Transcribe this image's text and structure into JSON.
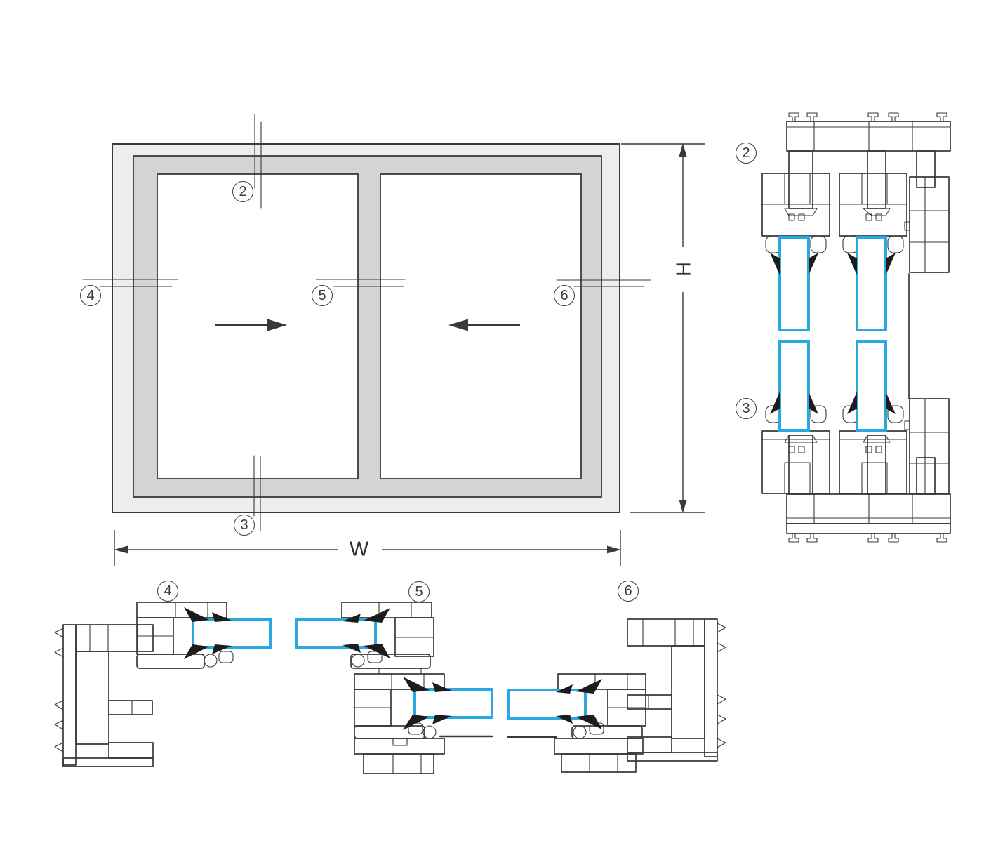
{
  "diagram_type": "horizontal-sliding-window-elevation-and-sections",
  "dimensions": {
    "width_label": "W",
    "height_label": "H"
  },
  "callouts": {
    "head_section": "2",
    "sill_section": "3",
    "left_jamb_section": "4",
    "interlock_section": "5",
    "right_jamb_section": "6"
  },
  "elevation": {
    "panels": [
      {
        "name": "left sash",
        "slide_direction": "right"
      },
      {
        "name": "right sash",
        "slide_direction": "left"
      }
    ]
  },
  "sections": {
    "right_column": [
      "head profile 2",
      "sill profile 3"
    ],
    "bottom_row": [
      "left jamb profile 4",
      "interlock profile 5",
      "right jamb profile 6"
    ]
  },
  "colors": {
    "frame_fill": "#ededed",
    "sash_fill": "#d4d4d4",
    "line": "#3a3a3a",
    "glass_outline": "#29a9e0",
    "gasket_black": "#1c1c1c"
  }
}
